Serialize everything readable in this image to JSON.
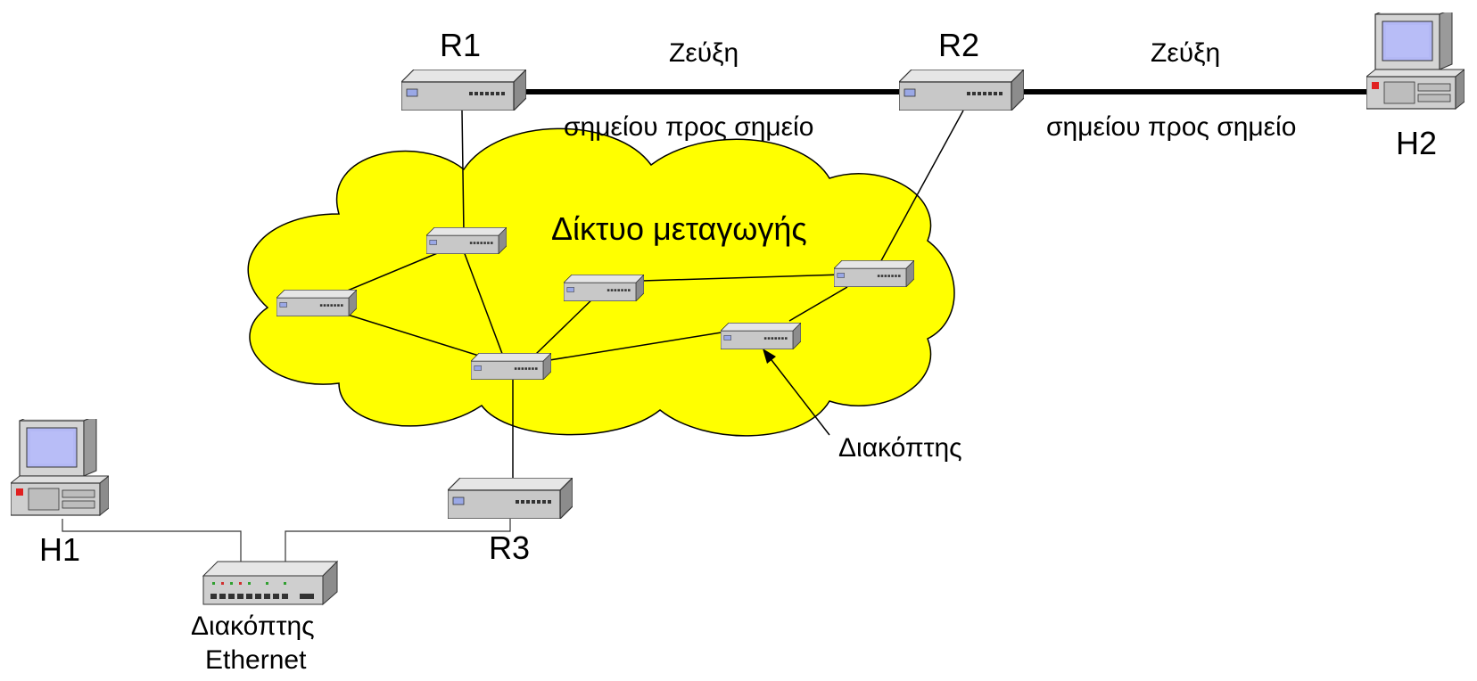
{
  "routers": {
    "r1": "R1",
    "r2": "R2",
    "r3": "R3"
  },
  "hosts": {
    "h1": "H1",
    "h2": "H2"
  },
  "links": {
    "top_left": {
      "line1": "Ζεύξη",
      "line2": "σημείου προς σημείο"
    },
    "top_right": {
      "line1": "Ζεύξη",
      "line2": "σημείου προς σημείο"
    }
  },
  "cloud": {
    "label": "Δίκτυο μεταγωγής",
    "color": "#ffff00"
  },
  "switch_callout": "Διακόπτης",
  "ethernet_switch": {
    "line1": "Διακόπτης",
    "line2": "Ethernet"
  }
}
